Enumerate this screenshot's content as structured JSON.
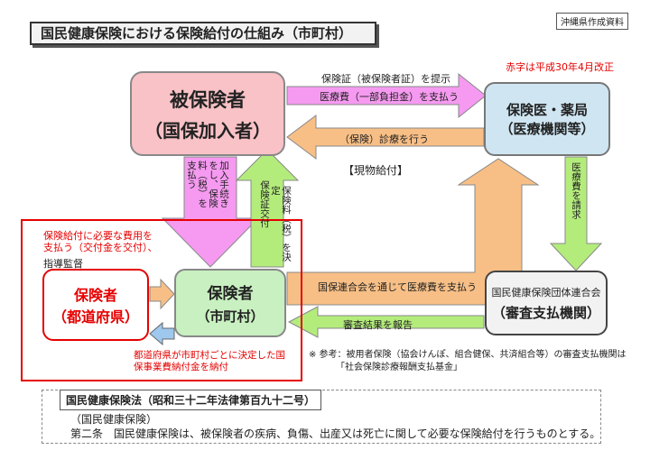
{
  "title": "国民健康保険における保険給付の仕組み（市町村）",
  "credit": "沖縄県作成資料",
  "revised_note": "赤字は平成30年4月改正",
  "nodes": {
    "insured": {
      "line1": "被保険者",
      "line2": "（国保加入者）"
    },
    "medical": {
      "line1": "保険医・薬局",
      "line2": "（医療機関等）"
    },
    "insurer": {
      "line1": "保険者",
      "line2": "（市町村）"
    },
    "prefecture": {
      "line1": "保険者",
      "line2": "（都道府県）"
    },
    "federation": {
      "line1": "国民健康保険団体連合会",
      "line2": "（審査支払機関）"
    }
  },
  "flows": {
    "show_card": "保険証（被保険者証）を提示",
    "pay_copay": "医療費（一部負担金）を支払う",
    "provide_care": "（保険）診療を行う",
    "benefit_in_kind": "【現物給付】",
    "enroll_pay": "加入手続きをし、保険料（税）を支払う",
    "issue_card": "保険証交付",
    "set_premium": "保険料（税）を決定",
    "claim_fee": "医療費を請求",
    "pay_via_federation": "国保連合会を通じて医療費を支払う",
    "report_review": "審査結果を報告",
    "pref_funding": "保険給付に必要な費用を支払う（交付金を交付）、",
    "pref_supervise": "指導監督",
    "pref_contribution": "都道府県が市町村ごとに決定した国保事業費納付金を納付"
  },
  "reference_note": {
    "line1": "※ 参考：被用者保険（協会けんぽ、組合健保、共済組合等）の審査支払機関は",
    "line2": "「社会保険診療報酬支払基金」"
  },
  "law": {
    "title": "国民健康保険法（昭和三十二年法律第百九十二号）",
    "line1": "（国民健康保険）",
    "line2": "第二条　国民健康保険は、被保険者の疾病、負傷、出産又は死亡に関して必要な保険給付を行うものとする。"
  },
  "colors": {
    "pink_arrow": "#f59af0",
    "green_arrow": "#b4ec7c",
    "orange_arrow": "#f7bf86",
    "blue_arrow": "#9ec8ee",
    "accent_red": "#e60000"
  }
}
